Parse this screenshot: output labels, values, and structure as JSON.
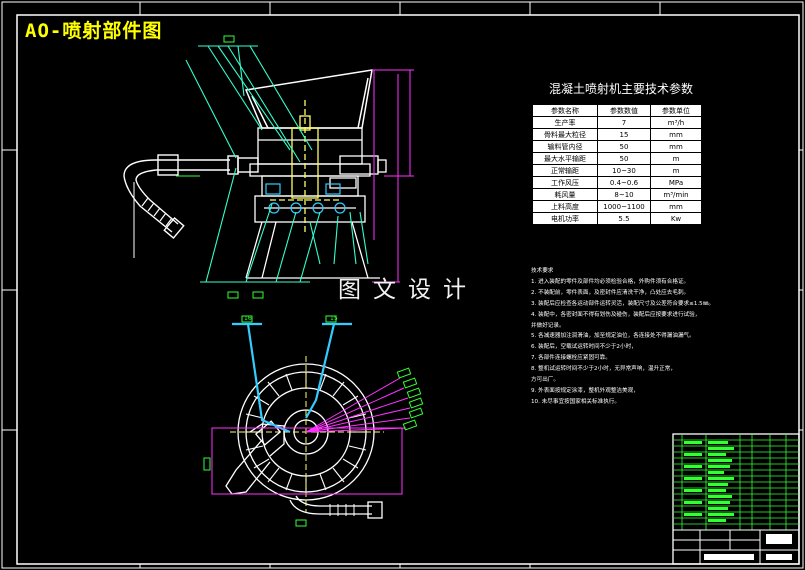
{
  "drawing_title": "AO-喷射部件图",
  "watermark": "图文设计",
  "param_table": {
    "title": "混凝土喷射机主要技术参数",
    "headers": [
      "参数名称",
      "参数数值",
      "参数单位"
    ],
    "rows": [
      [
        "生产率",
        "7",
        "m³/h"
      ],
      [
        "骨料最大粒径",
        "15",
        "mm"
      ],
      [
        "输料管内径",
        "50",
        "mm"
      ],
      [
        "最大水平输距",
        "50",
        "m"
      ],
      [
        "正常输距",
        "10~30",
        "m"
      ],
      [
        "工作风压",
        "0.4~0.6",
        "MPa"
      ],
      [
        "耗风量",
        "8~10",
        "m³/min"
      ],
      [
        "上料高度",
        "1000~1100",
        "mm"
      ],
      [
        "电机功率",
        "5.5",
        "Kw"
      ]
    ]
  },
  "notes": [
    "技术要求",
    "1. 进入装配的零件及部件均必须检验合格，外购件须有合格证。",
    "2. 不装配前，零件表面，及密封件应清洗干净，凸处应去毛刺。",
    "3. 装配后应检查各运动部件运转灵活，装配尺寸及公差符合要求≤1.5㎜。",
    "4. 装配中，各密封面不得有划伤及碰伤，装配后应按要求进行试验，",
    "并做好记录。",
    "5. 各减速器加注润滑油，加至规定油位，各连接处不得漏油漏气。",
    "6. 装配后，空载试运转时间不少于2小时，",
    "7. 各部件连接螺栓应紧固可靠。",
    "8. 整机试运转时间不少于2小时，无异常声响，温升正常，",
    "方可出厂。",
    "9. 外表面按规定涂漆，整机外观整洁美观，",
    "10. 未尽事宜按国家相关标准执行。"
  ],
  "colors": {
    "frame": "#ffffff",
    "outline": "#ffffff",
    "center": "#ffff66",
    "leader": "#33ffcc",
    "dim": "#ff33ff",
    "cyan": "#33ccff",
    "green": "#33ff33",
    "title": "#ffff00"
  }
}
